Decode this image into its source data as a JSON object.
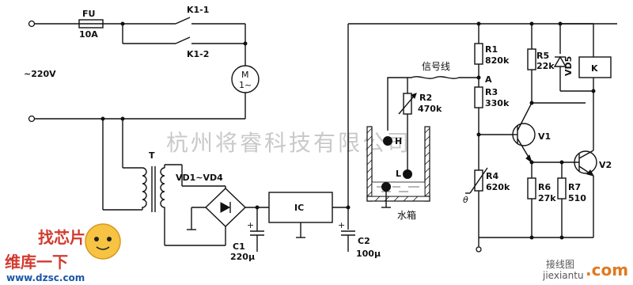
{
  "labels": {
    "fuse": "FU",
    "fuse_rating": "10A",
    "contact1": "K1-1",
    "contact2": "K1-2",
    "mains": "~220V",
    "motor": "M",
    "motor_sub": "1~",
    "transformer": "T",
    "rectifier": "VD1~VD4",
    "cap1": "C1",
    "cap1_value": "220µ",
    "ic": "IC",
    "cap2": "C2",
    "cap2_value": "100µ",
    "signal_line": "信号线",
    "r1": "R1",
    "r1_value": "820k",
    "node_a": "A",
    "r2": "R2",
    "r2_value": "470k",
    "r3": "R3",
    "r3_value": "330k",
    "r4": "R4",
    "r4_value": "620k",
    "theta": "θ",
    "r5": "R5",
    "r5_value": "22k",
    "vd5": "VD5",
    "relay": "K",
    "v1": "V1",
    "v2": "V2",
    "r6": "R6",
    "r6_value": "27k",
    "r7": "R7",
    "r7_value": "510",
    "probe_h": "H",
    "probe_l": "L",
    "tank": "水箱"
  },
  "watermarks": {
    "center": "杭州将睿科技有限公司",
    "logo_top": "找芯片",
    "logo_bottom": "维库一下",
    "url_left": "www.dzsc.com",
    "site_cn": "接线图",
    "url_right": "jiexiantu",
    "com": ".com"
  }
}
